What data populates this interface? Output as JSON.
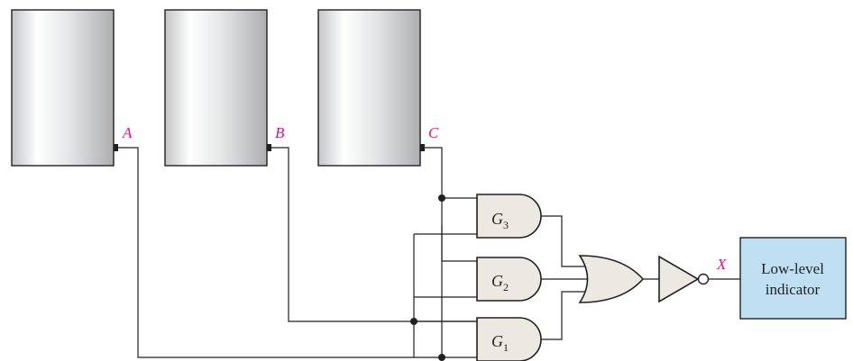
{
  "colors": {
    "label_magenta": "#e0127f",
    "wire": "#231f20",
    "gate_fill": "#ece9e2",
    "indicator_fill": "#bfe0f2",
    "tank_light": "#ffffff",
    "tank_dark": "#b8b9bb"
  },
  "inputs": {
    "a": "A",
    "b": "B",
    "c": "C"
  },
  "gates": {
    "g3": {
      "letter": "G",
      "sub": "3"
    },
    "g2": {
      "letter": "G",
      "sub": "2"
    },
    "g1": {
      "letter": "G",
      "sub": "1"
    }
  },
  "output": {
    "x": "X"
  },
  "indicator": {
    "line1": "Low-level",
    "line2": "indicator"
  }
}
